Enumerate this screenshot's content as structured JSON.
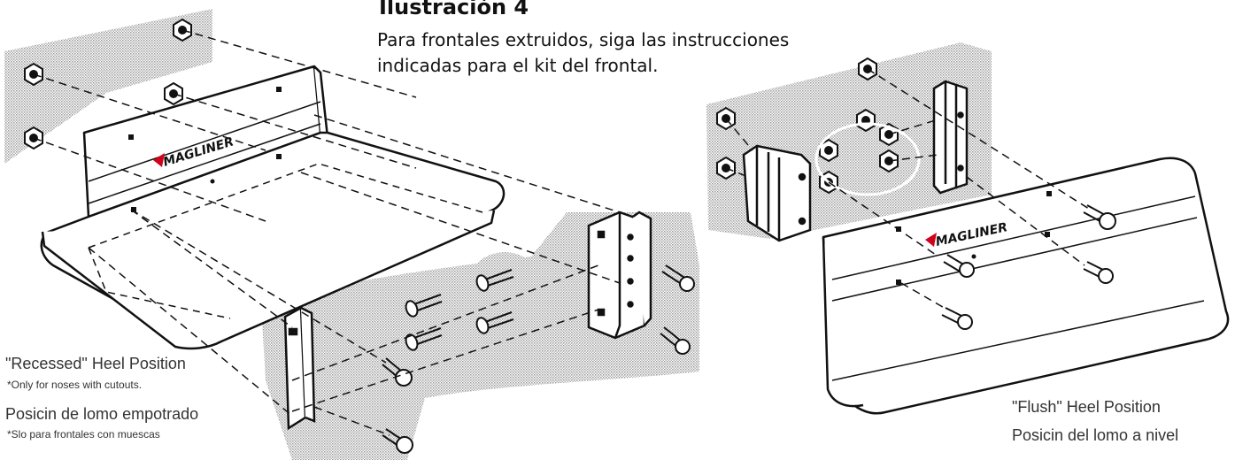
{
  "header": {
    "title": "Ilustración 4",
    "instruction_line1": "Para frontales extruidos, siga las instrucciones",
    "instruction_line2": "indicadas para el kit del frontal."
  },
  "left_view": {
    "label_en": "\"Recessed\" Heel Position",
    "note_en": "*Only for noses with cutouts.",
    "label_es": "Posicin de lomo empotrado",
    "note_es": "*Slo para frontales con muescas",
    "brand": "MAGLINER"
  },
  "right_view": {
    "label_en": "\"Flush\" Heel Position",
    "label_es": "Posicin del lomo a nivel",
    "brand": "MAGLINER"
  },
  "colors": {
    "stipple": "#bdbdbd",
    "line": "#111111",
    "logo_accent": "#d0021b"
  }
}
